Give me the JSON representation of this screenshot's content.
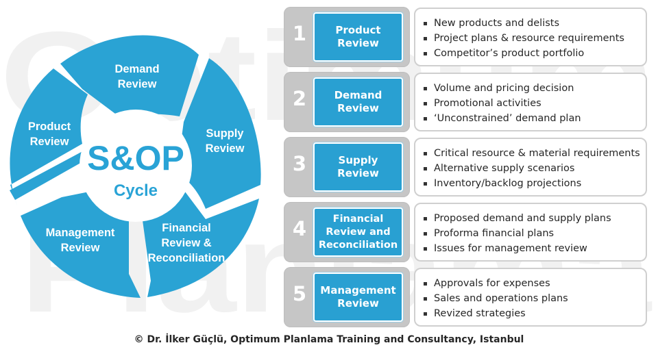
{
  "watermark": {
    "line1": "Optimum",
    "line2": "Planlama"
  },
  "cycle": {
    "center_title": "S&OP",
    "center_subtitle": "Cycle",
    "segments": [
      {
        "label": "Demand\nReview"
      },
      {
        "label": "Supply\nReview"
      },
      {
        "label": "Financial\nReview &\nReconciliation"
      },
      {
        "label": "Management\nReview"
      },
      {
        "label": "Product\nReview"
      }
    ],
    "colors": {
      "ring": "#2aa3d4",
      "center": "#ffffff",
      "center_text": "#29a3d6"
    }
  },
  "steps": [
    {
      "number": "1",
      "title": "Product\nReview",
      "bullets": [
        "New products and delists",
        "Project plans & resource requirements",
        "Competitor’s product portfolio"
      ]
    },
    {
      "number": "2",
      "title": "Demand\nReview",
      "bullets": [
        "Volume and pricing decision",
        "Promotional activities",
        "‘Unconstrained’ demand plan"
      ]
    },
    {
      "number": "3",
      "title": "Supply\nReview",
      "bullets": [
        "Critical resource & material requirements",
        "Alternative supply scenarios",
        "Inventory/backlog projections"
      ]
    },
    {
      "number": "4",
      "title": "Financial\nReview and\nReconciliation",
      "bullets": [
        "Proposed demand and supply plans",
        "Proforma financial plans",
        "Issues for management review"
      ]
    },
    {
      "number": "5",
      "title": "Management\nReview",
      "bullets": [
        "Approvals for expenses",
        "Sales and operations plans",
        "Revized strategies"
      ]
    }
  ],
  "copyright": "© Dr. İlker Güçlü, Optimum Planlama Training and Consultancy, Istanbul"
}
